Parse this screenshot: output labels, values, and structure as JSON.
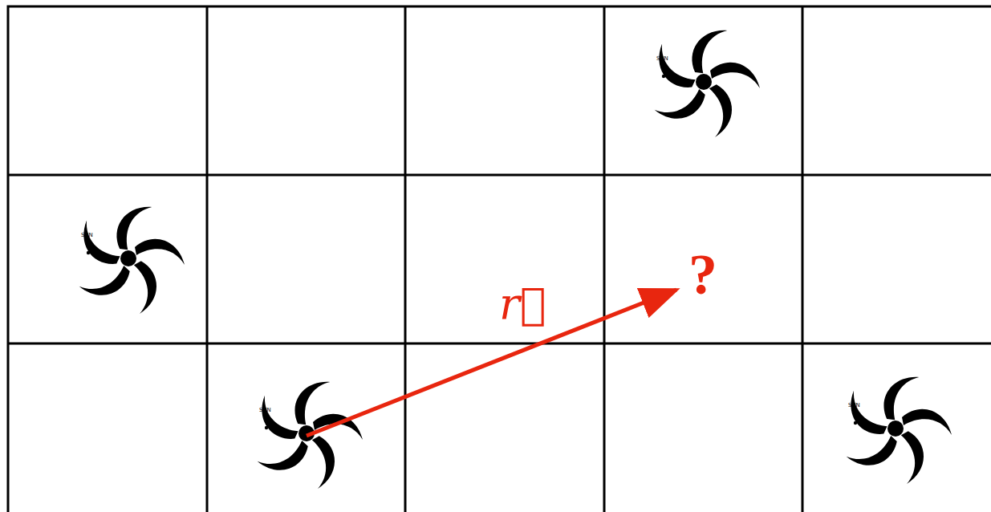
{
  "diagram": {
    "labels": [
      "SUN",
      "SUN",
      "SUN",
      "SUN",
      "r⃗",
      "?"
    ]
  }
}
